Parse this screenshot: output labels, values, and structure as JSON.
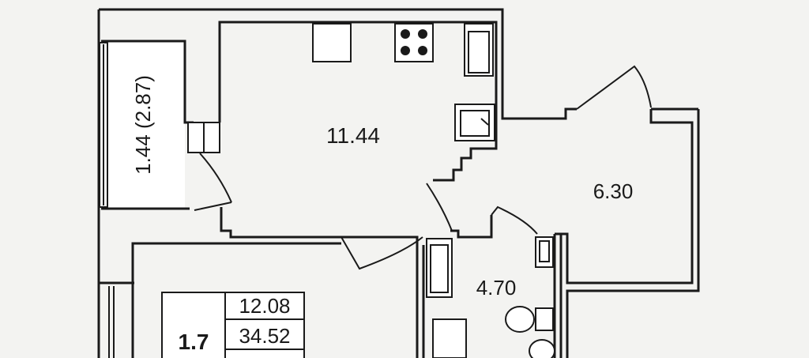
{
  "rooms": {
    "loggia": "1.44 (2.87)",
    "kitchen": "11.44",
    "hall": "6.30",
    "bathroom": "4.70"
  },
  "summary": {
    "apartment_code": "1.7",
    "living_area": "12.08",
    "total_area": "34.52"
  }
}
